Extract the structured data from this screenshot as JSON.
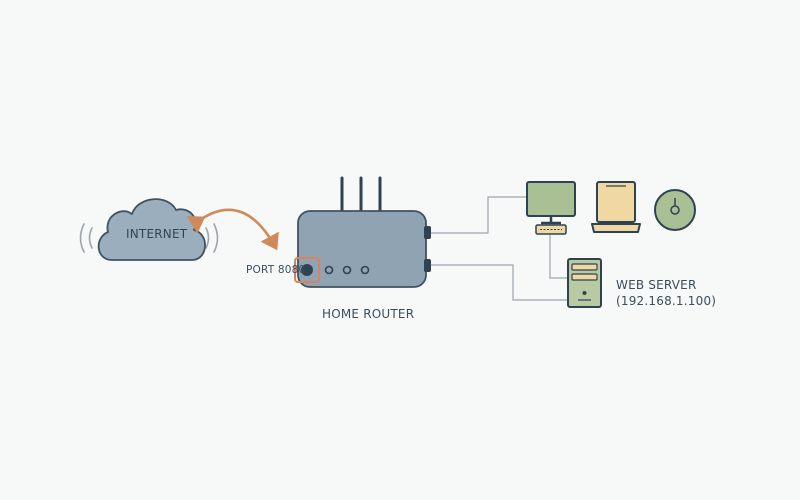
{
  "labels": {
    "internet": "INTERNET",
    "port": "PORT 8080",
    "router": "HOME ROUTER",
    "server_name": "WEB SERVER",
    "server_ip": "(192.168.1.100)"
  },
  "colors": {
    "background": "#f7f8f8",
    "device_fill": "#8fa3b3",
    "outline": "#3f5262",
    "cloud_fill": "#9aaebe",
    "arrow": "#d08a5a",
    "port_highlight": "#d9825b",
    "monitor_green": "#a9bf94",
    "laptop_tan": "#efd8a2",
    "server_fill": "#b8c9a4",
    "connector": "#9aa5ae"
  },
  "icons": [
    "cloud-icon",
    "wifi-waves-icon",
    "router-icon",
    "antenna-icon",
    "desktop-computer-icon",
    "keyboard-icon",
    "laptop-icon",
    "disc-icon",
    "server-tower-icon",
    "double-arrow-icon"
  ]
}
